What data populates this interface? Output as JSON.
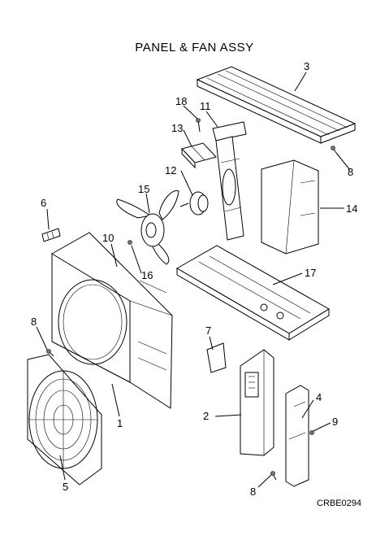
{
  "title": "PANEL & FAN ASSY",
  "drawing_code": "CRBE0294",
  "callouts": [
    {
      "id": "c3",
      "text": "3"
    },
    {
      "id": "c18",
      "text": "18"
    },
    {
      "id": "c11",
      "text": "11"
    },
    {
      "id": "c13",
      "text": "13"
    },
    {
      "id": "c8a",
      "text": "8"
    },
    {
      "id": "c12",
      "text": "12"
    },
    {
      "id": "c15",
      "text": "15"
    },
    {
      "id": "c14",
      "text": "14"
    },
    {
      "id": "c6",
      "text": "6"
    },
    {
      "id": "c10",
      "text": "10"
    },
    {
      "id": "c16",
      "text": "16"
    },
    {
      "id": "c17",
      "text": "17"
    },
    {
      "id": "c8b",
      "text": "8"
    },
    {
      "id": "c7",
      "text": "7"
    },
    {
      "id": "c4",
      "text": "4"
    },
    {
      "id": "c2",
      "text": "2"
    },
    {
      "id": "c9",
      "text": "9"
    },
    {
      "id": "c1",
      "text": "1"
    },
    {
      "id": "c5",
      "text": "5"
    },
    {
      "id": "c8c",
      "text": "8"
    }
  ]
}
